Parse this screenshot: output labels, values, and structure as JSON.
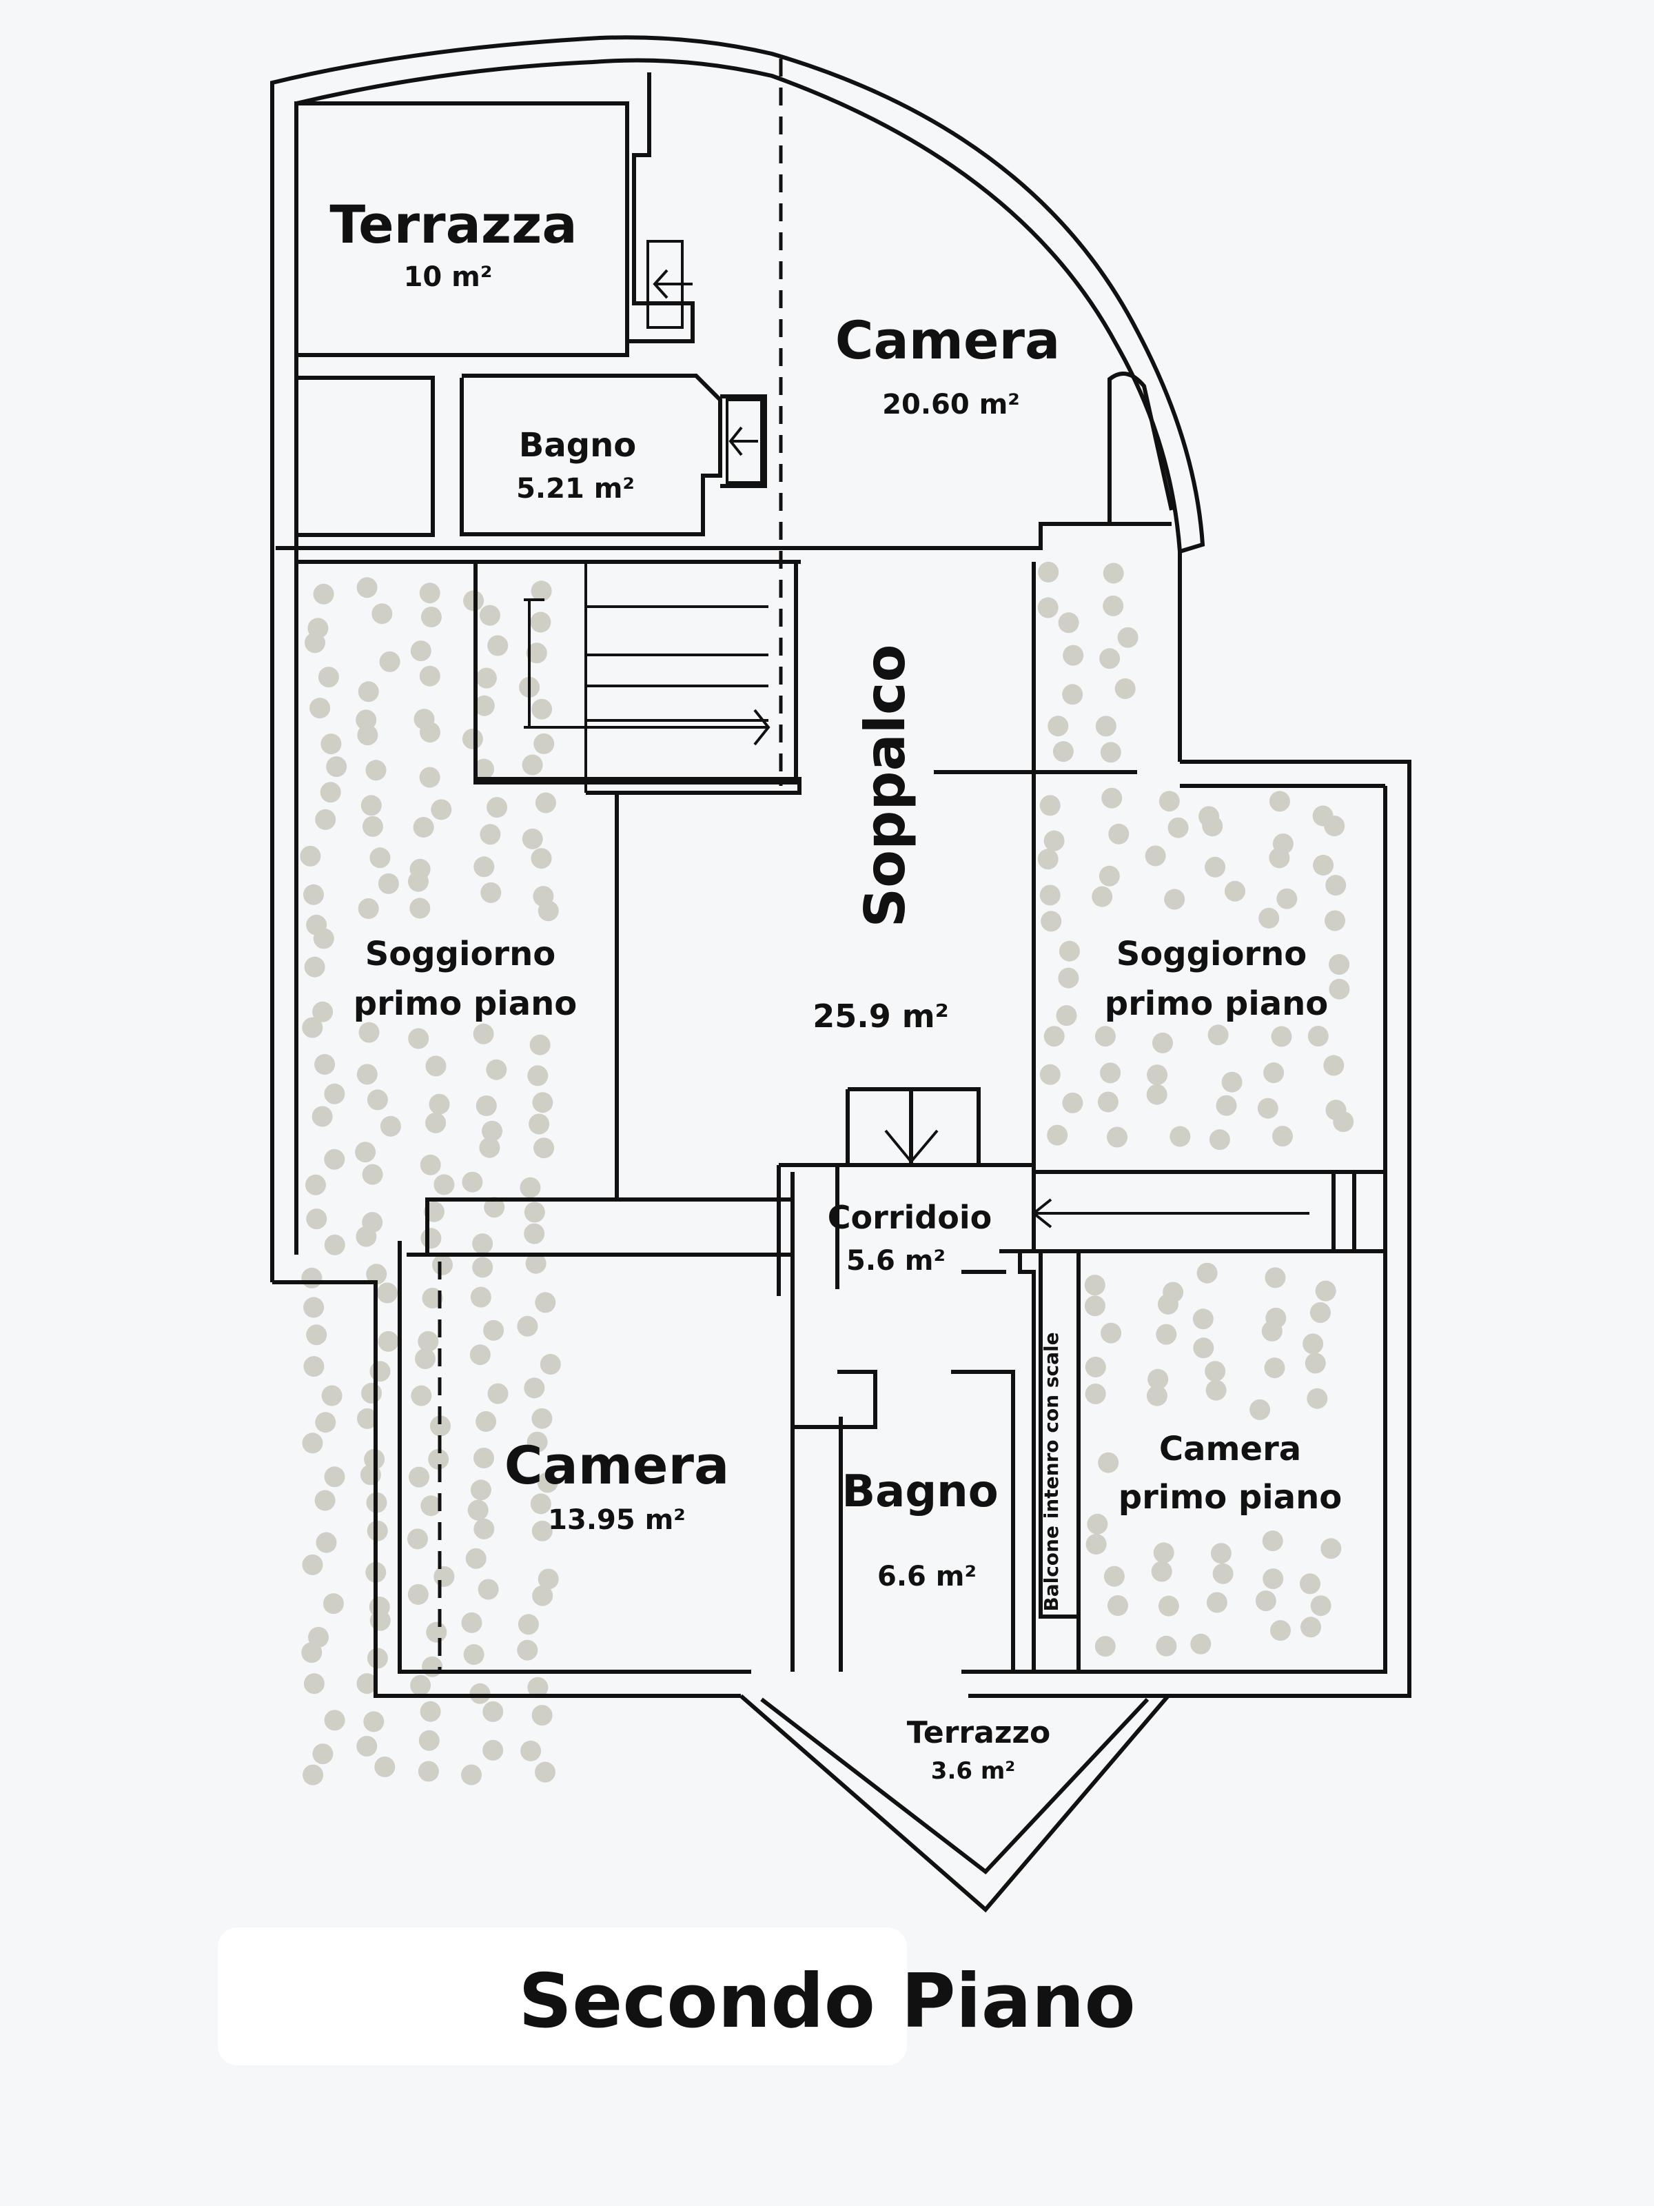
{
  "plan": {
    "title": "Secondo Piano",
    "rooms": [
      {
        "id": "terrazza",
        "name": "Terrazza",
        "area": "10 m²"
      },
      {
        "id": "camera-top",
        "name": "Camera",
        "area": "20.60 m²"
      },
      {
        "id": "bagno-top",
        "name": "Bagno",
        "area": "5.21 m²"
      },
      {
        "id": "soppalco",
        "name": "Soppalco",
        "area": "25.9 m²"
      },
      {
        "id": "soggiorno-left",
        "name_line1": "Soggiorno",
        "name_line2": "primo piano"
      },
      {
        "id": "soggiorno-right",
        "name_line1": "Soggiorno",
        "name_line2": "primo piano"
      },
      {
        "id": "corridoio",
        "name": "Corridoio",
        "area": "5.6 m²"
      },
      {
        "id": "camera-bottom",
        "name": "Camera",
        "area": "13.95 m²"
      },
      {
        "id": "bagno-bottom",
        "name": "Bagno",
        "area": "6.6 m²"
      },
      {
        "id": "balcone",
        "name": "Balcone intenro con scale"
      },
      {
        "id": "camera-primo",
        "name_line1": "Camera",
        "name_line2": "primo piano"
      },
      {
        "id": "terrazzo",
        "name": "Terrazzo",
        "area": "3.6 m²"
      }
    ]
  }
}
